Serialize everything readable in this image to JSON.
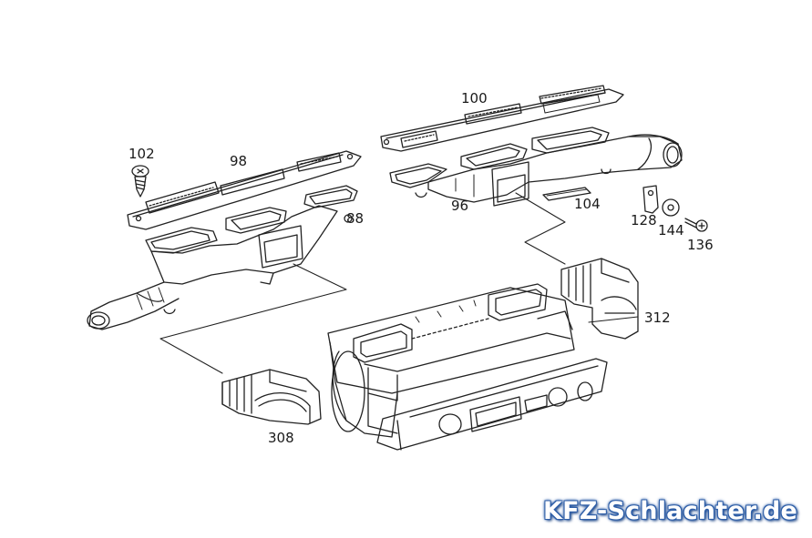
{
  "labels": {
    "p100": "100",
    "p102": "102",
    "p98": "98",
    "p88": "88",
    "p96": "96",
    "p104": "104",
    "p128": "128",
    "p144": "144",
    "p136": "136",
    "p312": "312",
    "p308": "308"
  },
  "watermark": "KFZ-Schlachter.de"
}
